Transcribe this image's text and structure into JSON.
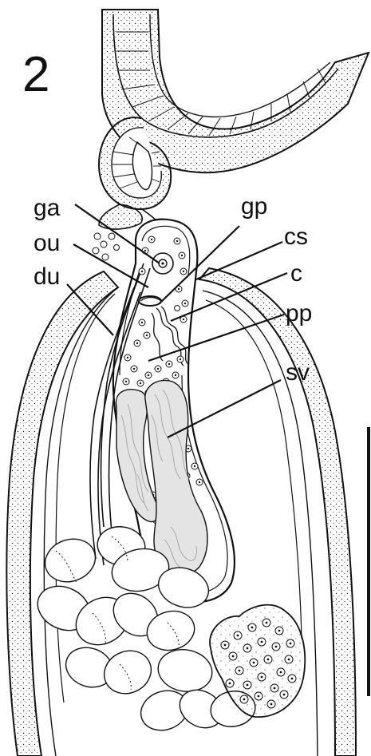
{
  "figure": {
    "panel_number": "2",
    "labels": {
      "ga": "ga",
      "ou": "ou",
      "du": "du",
      "gp": "gp",
      "cs": "cs",
      "c": "c",
      "pp": "pp",
      "sv": "sv"
    },
    "ink_color": "#111111",
    "stipple_color": "#222222",
    "sv_fill": "#e4e4e4"
  }
}
